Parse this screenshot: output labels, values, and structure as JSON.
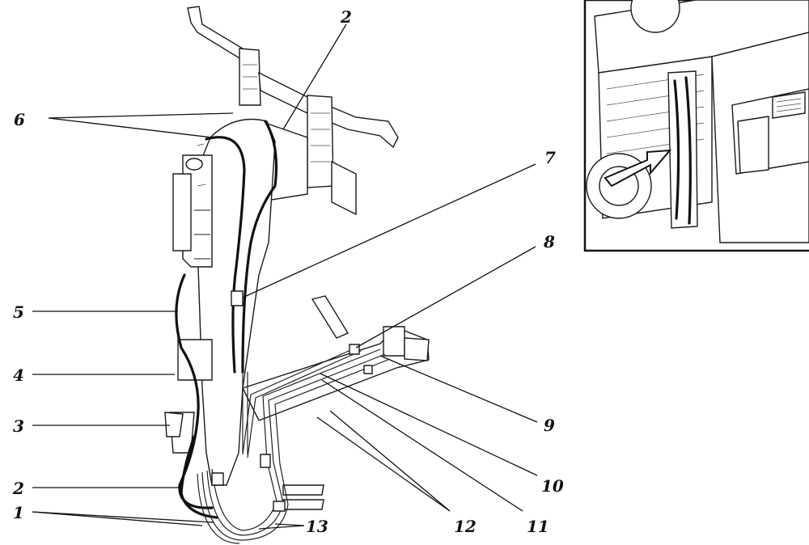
{
  "figure": {
    "callouts": [
      {
        "id": "c2-top",
        "text": "2"
      },
      {
        "id": "c6",
        "text": "6"
      },
      {
        "id": "c7",
        "text": "7"
      },
      {
        "id": "c8",
        "text": "8"
      },
      {
        "id": "c5",
        "text": "5"
      },
      {
        "id": "c4",
        "text": "4"
      },
      {
        "id": "c3",
        "text": "3"
      },
      {
        "id": "c2-bottom",
        "text": "2"
      },
      {
        "id": "c1",
        "text": "1"
      },
      {
        "id": "c13",
        "text": "13"
      },
      {
        "id": "c12",
        "text": "12"
      },
      {
        "id": "c11",
        "text": "11"
      },
      {
        "id": "c10",
        "text": "10"
      },
      {
        "id": "c9",
        "text": "9"
      }
    ]
  }
}
